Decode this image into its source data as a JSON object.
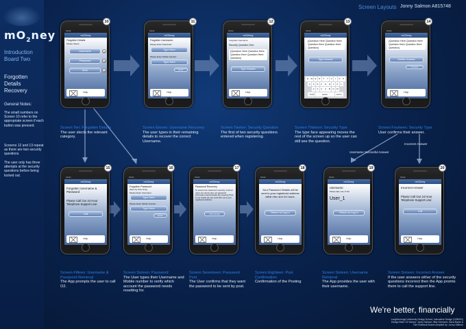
{
  "side": {
    "logo": "mO",
    "logo_sub": "2",
    "logo_end": "ney",
    "title": "Introduction Board Two",
    "subtitle": "Forgotten Details Recovery",
    "notes_title": "General Notes:",
    "notes": [
      "The small numbers on Screen 10 refer to the appropriate screen if each button was pressed.",
      "Screens 12 and 13 repeat as there are two security questions",
      "The user only has three attempts at the security questions before being locked out."
    ]
  },
  "header": {
    "title": "Screen Layouts",
    "author": "Jonny Salmon A815748"
  },
  "phones": [
    {
      "num": "10",
      "content": {
        "heading": "Forgotten Details",
        "sub": "Please Select:",
        "buttons": [
          "Username",
          "Password",
          "Both"
        ],
        "mini": [
          "11",
          "15",
          "16"
        ],
        "help": "Help"
      },
      "caption": {
        "title": "Screen Ten: Forgotten Details",
        "desc": "The user slects the relevant category."
      }
    },
    {
      "num": "11",
      "content": {
        "heading": "Forgotten Username:",
        "label1": "Please Enter Password:",
        "field1": "Type Here",
        "label2": "Please Enter Mobile Number:",
        "field2": "Type Here",
        "enter": "Enter",
        "help": "Help"
      },
      "caption": {
        "title": "Screen Eleven: Username Recovery",
        "desc": "The user types in their remaining details to recover the correct Username."
      }
    },
    {
      "num": "12",
      "content": {
        "heading": "Forgotten Username",
        "sub": "Security Question One:",
        "question": "(Question Here Question Here Question Here Question Here Question)",
        "answer": "Type Answer",
        "help": "Help"
      },
      "caption": {
        "title": "Screen Twelve: Security Question",
        "desc": "The first of two security questions entered when registering."
      }
    },
    {
      "num": "13",
      "content": {
        "question": "(Question Here Question Here Question Here Question Here Question)",
        "answer": "Type Answer",
        "keys1": "QWERTYUIOP",
        "keys2": "ASDFGHJKL",
        "keys3": "ZXCVBNM",
        "space": "space",
        "ret": "return"
      },
      "caption": {
        "title": "Screen Thirteen: Security Type",
        "desc": "The type face appearing moves the rest of the screen up so the user can still see the question."
      }
    },
    {
      "num": "14",
      "content": {
        "question": "(Question Here Question Here Question Here Question Here Question)",
        "answer": "Written Answer",
        "confirm": "Confirm",
        "help": "Help"
      },
      "caption": {
        "title": "Screen Fourteen: Security Type",
        "desc": "User confirms their answer."
      }
    },
    {
      "num": "15",
      "content": {
        "heading": "Forgotten Username & Password",
        "body": "Please Call Our 24 Hour Telephone Support Line:",
        "call": "Call",
        "help": "Help"
      },
      "caption": {
        "title": "Screen Fifteen: Username & Password Retrieval",
        "desc": "The App prompts the user to call O2."
      }
    },
    {
      "num": "16",
      "content": {
        "heading": "Forgotten Password",
        "sub": "(Sent by Post Only)",
        "label1": "Please Enter Username:",
        "field1": "Type Here",
        "label2": "Please Enter Mobile Number:",
        "field2": "Type Here",
        "enter": "Enter",
        "help": "Help"
      },
      "caption": {
        "title": "Screen Sixteen: Password",
        "desc": "The User types their Username and Mobile number to verify which account the password needs resetting for."
      }
    },
    {
      "num": "17",
      "content": {
        "heading": "Password Recovery",
        "body": "To ensure the maxiumum security of all our users we cannot give out password information electronically. By pressing 'Post to me' below we can send this out to your registered address.",
        "post": "Post To Me",
        "help": "Help"
      },
      "caption": {
        "title": "Screen Seventeen: Password Post",
        "desc": "The User confirms that they want the password to be sent by post."
      }
    },
    {
      "num": "18",
      "content": {
        "body": "Your Password Details will be sent to your registered address within the next 24 hours.",
        "ret": "Return to Log In",
        "help": "Help"
      },
      "caption": {
        "title": "Screen Eighteen: Post Confirmation",
        "desc": "Confirmation of the Posting"
      }
    },
    {
      "num": "19",
      "content": {
        "heading": "Username:",
        "sub": "Please take note of this",
        "user": "User_1",
        "ret": "Return to Log In",
        "help": "Help"
      },
      "caption": {
        "title": "Screen Sixteen: Username Retrieval",
        "desc": "The App provides the user with their username."
      }
    },
    {
      "num": "20",
      "content": {
        "heading": "Incorrect Answer",
        "body": "Please Call Our 24 Hour Telephone Support Line:",
        "call": "Call",
        "help": "Help"
      },
      "caption": {
        "title": "Screen Sixteen: Incorrect Answer",
        "desc": "If the user answers either of the security questions incorrect then the App promts them to call the support line."
      }
    }
  ],
  "labels": {
    "success": "Username Succesful Answer",
    "incorrect": "Incorrect Answer"
  },
  "status": {
    "carrier": "Carrier",
    "time": "12:00 PM",
    "app": "mO2ney"
  },
  "slogan": "We're better, financially",
  "credits": "Loughborough University Design School, Interactive Design (DSB201) Design Brief: O2 Money: Jonny Salmon, Billy Schubert, Hana Bayer & Tom Roebuck Board compiled by: Jonny Salmon"
}
